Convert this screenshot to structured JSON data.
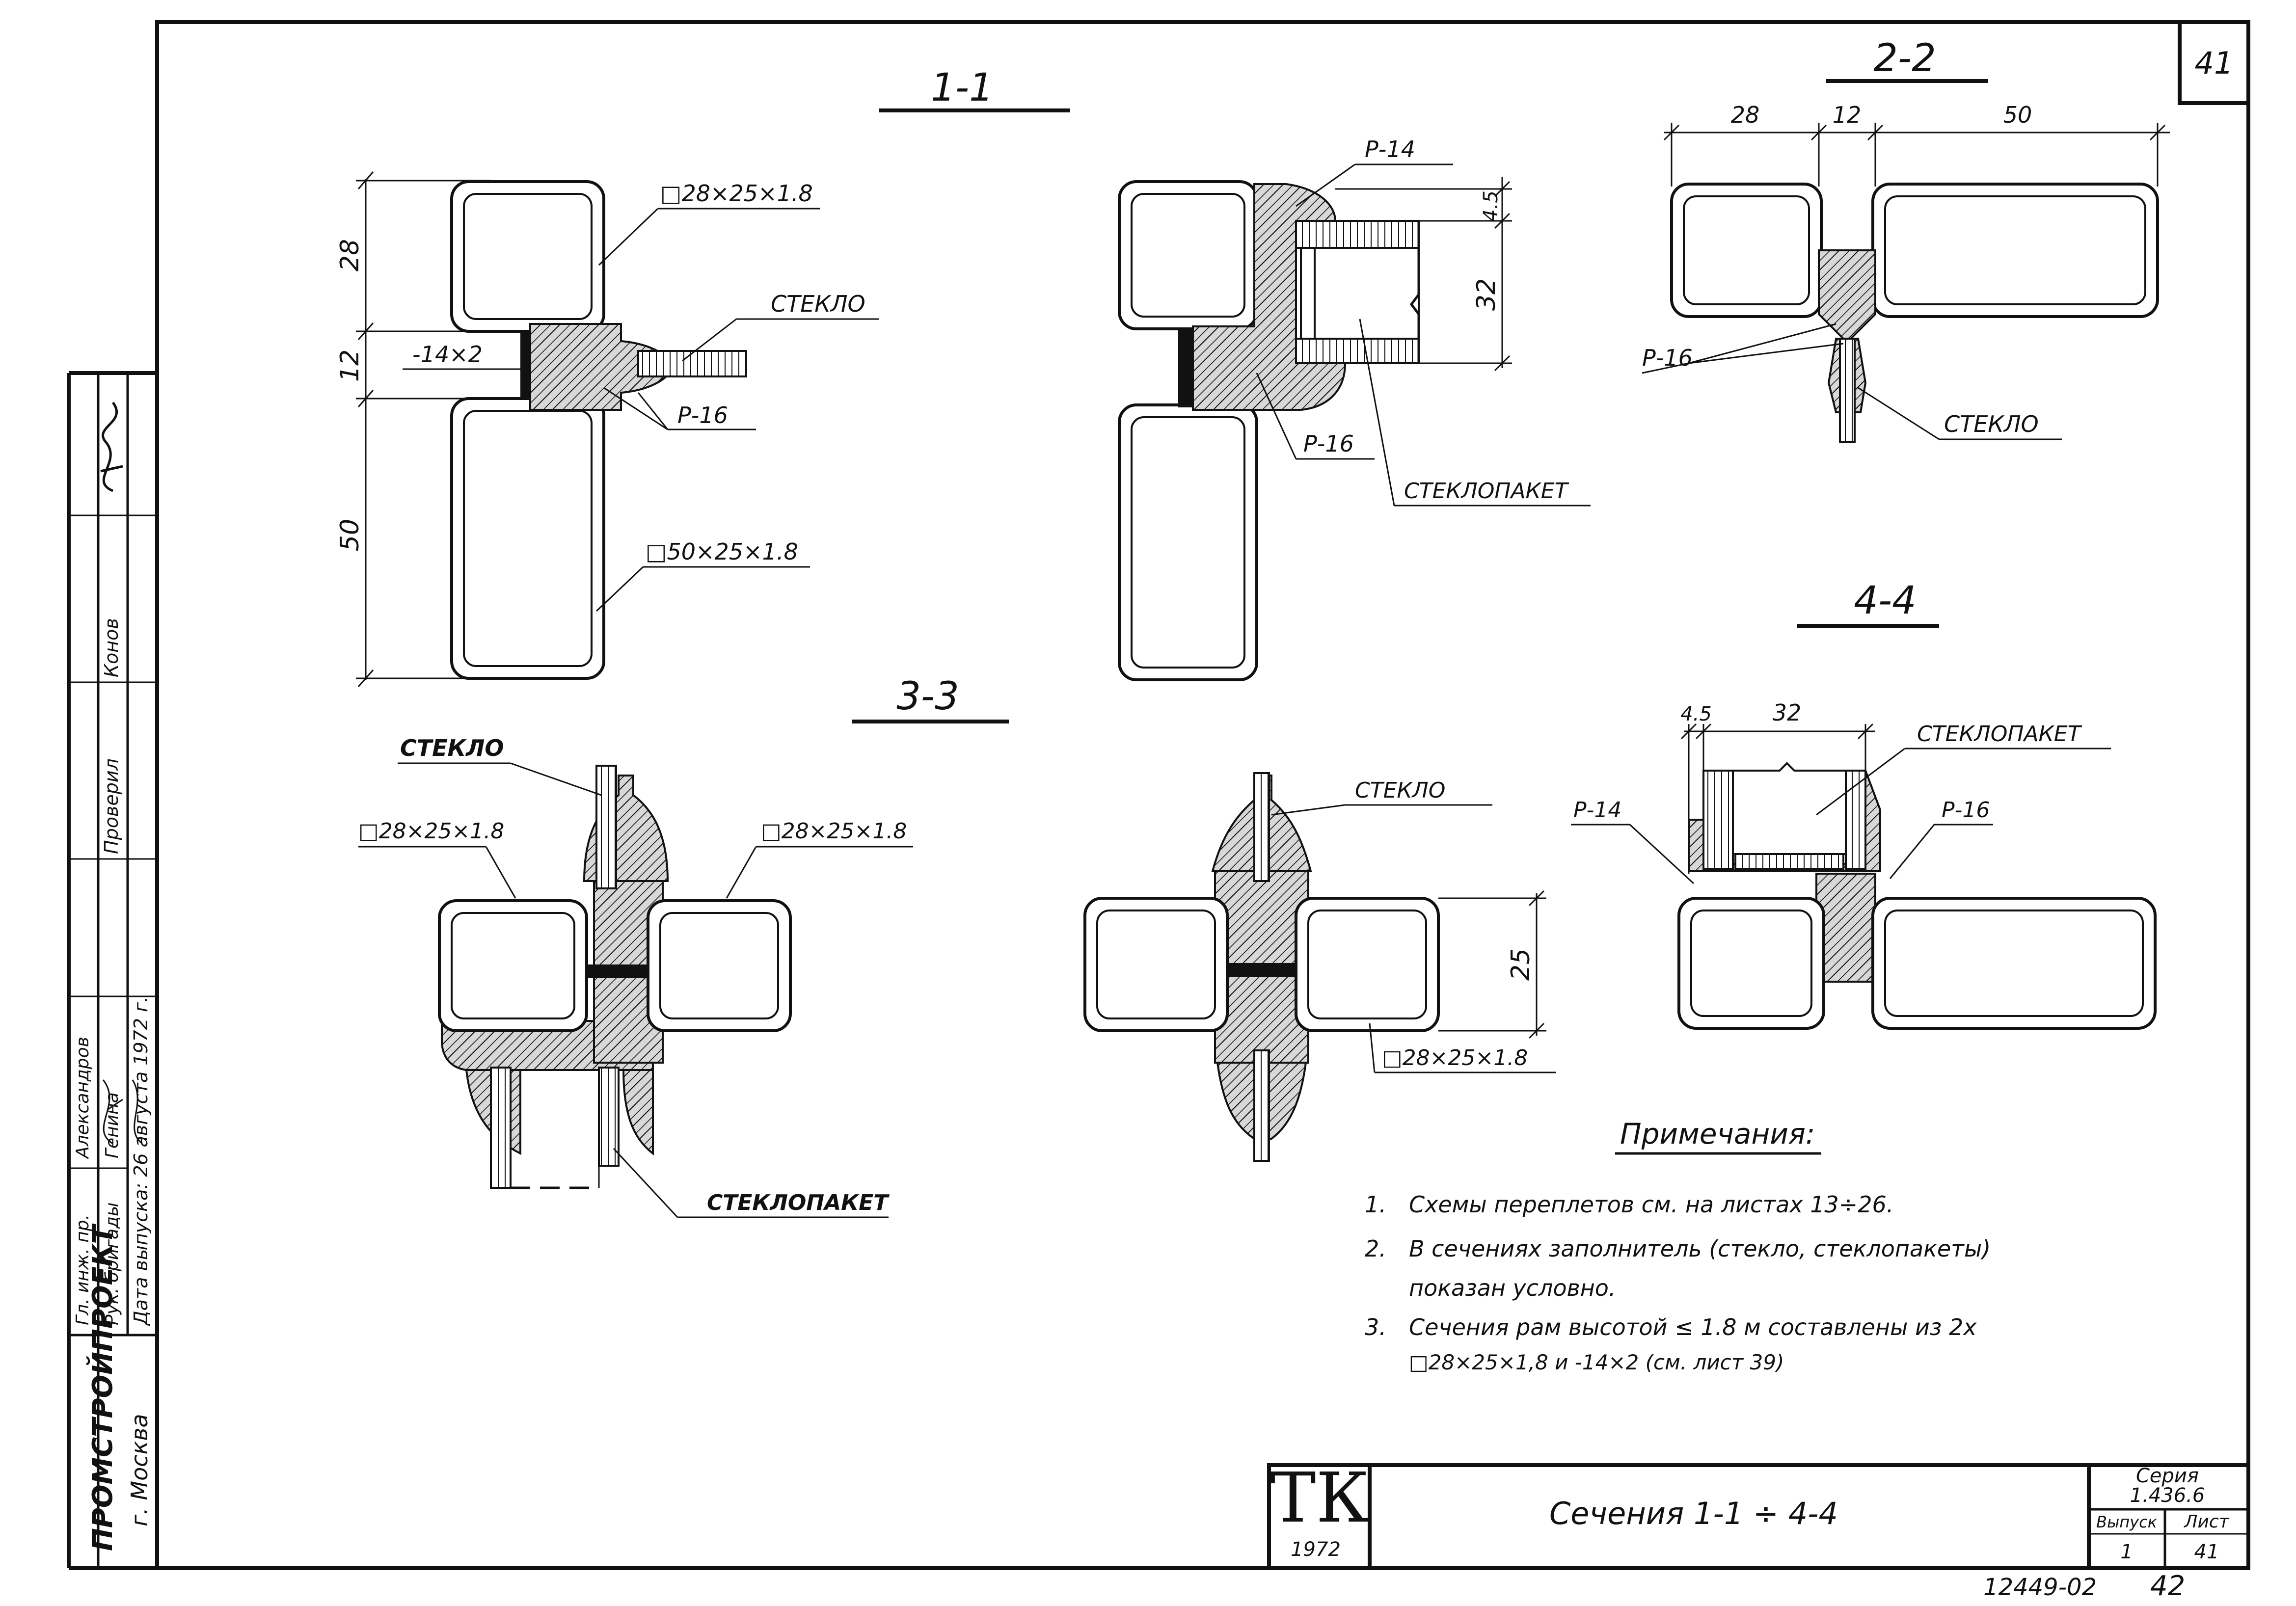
{
  "sheet": {
    "sheet_number": "41",
    "stamp_number": "12449-02",
    "stamp_page": "42"
  },
  "sections": {
    "s1": {
      "title": "1-1",
      "dims": [
        "28",
        "12",
        "50"
      ],
      "labels": {
        "tube_top": "□28×25×1.8",
        "glass": "СТЕКЛО",
        "strip": "-14×2",
        "seal": "Р-16",
        "tube_bottom": "□50×25×1.8"
      }
    },
    "s1b": {
      "labels": {
        "seal_top": "Р-14",
        "dim_small": "4.5",
        "dim_large": "32",
        "seal_bottom": "Р-16",
        "unit": "СТЕКЛОПАКЕТ"
      }
    },
    "s2": {
      "title": "2-2",
      "dims": [
        "28",
        "12",
        "50"
      ],
      "labels": {
        "seal": "Р-16",
        "glass": "СТЕКЛО"
      }
    },
    "s3": {
      "title": "3-3",
      "labels": {
        "glass": "СТЕКЛО",
        "tube_left": "□28×25×1.8",
        "tube_right": "□28×25×1.8",
        "unit": "СТЕКЛОПАКЕТ"
      }
    },
    "s3b": {
      "labels": {
        "glass": "СТЕКЛО",
        "dim": "25",
        "tube": "□28×25×1.8"
      }
    },
    "s4": {
      "title": "4-4",
      "dims": [
        "4.5",
        "32"
      ],
      "labels": {
        "unit": "СТЕКЛОПАКЕТ",
        "seal_left": "Р-14",
        "seal_right": "Р-16"
      }
    }
  },
  "notes": {
    "heading": "Примечания:",
    "items": [
      {
        "num": "1.",
        "lines": [
          "Схемы переплетов см. на листах 13÷26."
        ]
      },
      {
        "num": "2.",
        "lines": [
          "В сечениях заполнитель (стекло, стеклопакеты)",
          "показан условно."
        ]
      },
      {
        "num": "3.",
        "lines": [
          "Сечения рам высотой ≤ 1.8 м составлены из 2х",
          "□28×25×1,8 и -14×2 (см. лист 39)"
        ]
      }
    ]
  },
  "title_block": {
    "logo": "ТК",
    "year": "1972",
    "title": "Сечения 1-1 ÷ 4-4",
    "series_label": "Серия",
    "series_value": "1.436.6",
    "issue_label": "Выпуск",
    "issue_value": "1",
    "sheet_label": "Лист",
    "sheet_value": "41"
  },
  "side_stamp": {
    "org": "ПРОМСТРОЙПРОЕКТ",
    "city": "г. Москва",
    "role_1": "Гл. инж. пр.",
    "role_2": "Рук. бригады",
    "role_3": "Проверил",
    "name_1": "Александров",
    "name_2": "Генина",
    "name_3": "Конов",
    "date": "Дата выпуска: 26 августа 1972 г."
  }
}
